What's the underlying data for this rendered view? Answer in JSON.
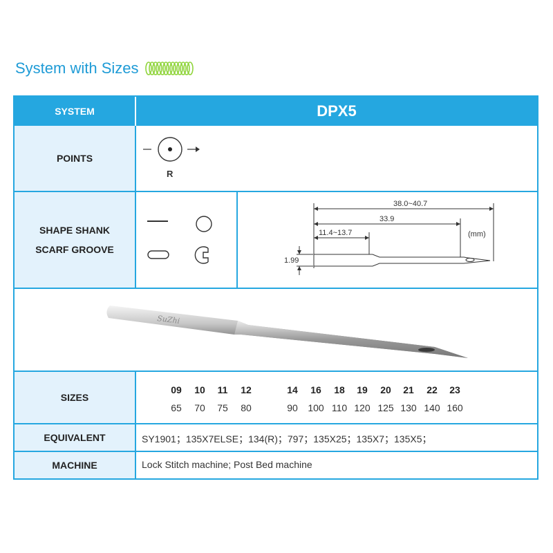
{
  "heading": "System with Sizes",
  "table": {
    "system_label": "SYSTEM",
    "system_value": "DPX5",
    "points_label": "POINTS",
    "points_value": "R",
    "shape_label_1": "SHAPE SHANK",
    "shape_label_2": "SCARF GROOVE",
    "dimensions": {
      "overall": "38.0~40.7",
      "to_eye": "33.9",
      "shank": "11.4~13.7",
      "diameter": "1.99",
      "unit": "(mm)"
    },
    "needle_brand": "SuZhi",
    "sizes_label": "SIZES",
    "sizes": {
      "numbers": [
        "09",
        "10",
        "11",
        "12",
        "14",
        "16",
        "18",
        "19",
        "20",
        "21",
        "22",
        "23"
      ],
      "metric": [
        "65",
        "70",
        "75",
        "80",
        "90",
        "100",
        "110",
        "120",
        "125",
        "130",
        "140",
        "160"
      ]
    },
    "equivalent_label": "EQUIVALENT",
    "equivalent_value": "SY1901；135X7ELSE；134(R)；797；135X25；135X7；135X5；",
    "machine_label": "MACHINE",
    "machine_value": "Lock Stitch machine; Post Bed machine"
  },
  "colors": {
    "accent": "#25a7e0",
    "label_bg": "#e3f2fc",
    "heading": "#1e9bd6",
    "spring": "#8fd43a"
  }
}
